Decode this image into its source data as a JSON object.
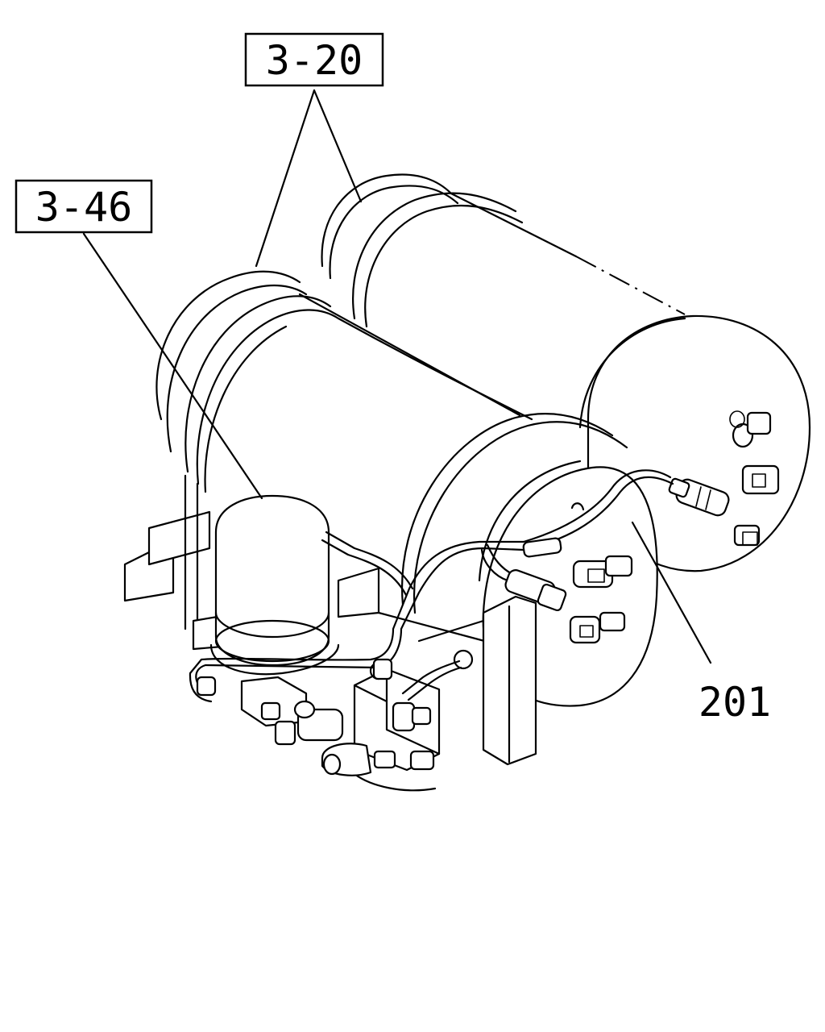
{
  "callouts": {
    "upper_ref": "3-20",
    "left_ref": "3-46",
    "part_number": "201"
  }
}
